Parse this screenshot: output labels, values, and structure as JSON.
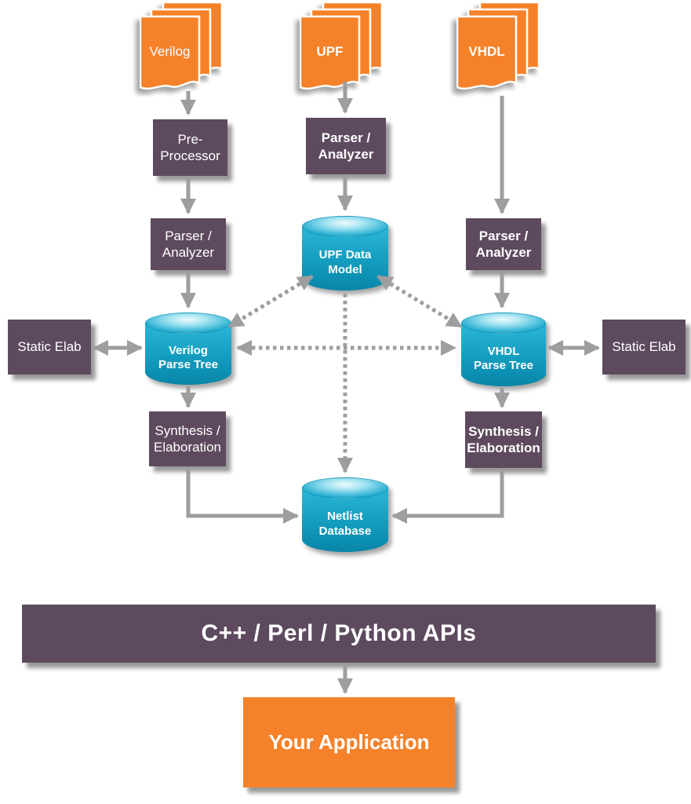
{
  "palette": {
    "orange": "#f5822a",
    "purple": "#5e4a5e",
    "teal": "#16a4c8",
    "arrow_gray": "#9e9e9e",
    "label_text": "#ffffff",
    "background": "#ffffff"
  },
  "nodes": {
    "verilog_source": {
      "label": "Verilog"
    },
    "upf_source": {
      "label": "UPF"
    },
    "vhdl_source": {
      "label": "VHDL"
    },
    "pre_processor": {
      "label": "Pre-\nProcessor"
    },
    "upf_parser_analyzer": {
      "label": "Parser /\nAnalyzer"
    },
    "verilog_parser_analyzer": {
      "label": "Parser /\nAnalyzer"
    },
    "vhdl_parser_analyzer": {
      "label": "Parser /\nAnalyzer"
    },
    "upf_data_model": {
      "label": "UPF Data\nModel"
    },
    "verilog_parse_tree": {
      "label": "Verilog\nParse Tree"
    },
    "vhdl_parse_tree": {
      "label": "VHDL\nParse Tree"
    },
    "static_elab_left": {
      "label": "Static Elab"
    },
    "static_elab_right": {
      "label": "Static Elab"
    },
    "synthesis_elaboration_left": {
      "label": "Synthesis /\nElaboration"
    },
    "synthesis_elaboration_right": {
      "label": "Synthesis /\nElaboration"
    },
    "netlist_database": {
      "label": "Netlist\nDatabase"
    },
    "api_bar": {
      "label": "C++ / Perl / Python APIs"
    },
    "your_application": {
      "label": "Your Application"
    }
  }
}
